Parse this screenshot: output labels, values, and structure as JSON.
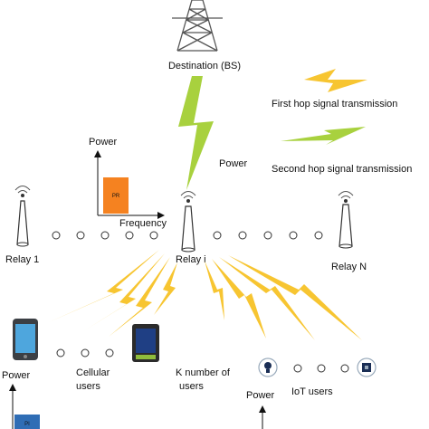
{
  "labels": {
    "destination": "Destination (BS)",
    "first_hop": "First hop signal transmission",
    "second_hop": "Second hop signal transmission",
    "power_center": "Power",
    "power_left": "Power",
    "frequency": "Frequency",
    "pr_box": "PR",
    "relay_1": "Relay 1",
    "relay_i": "Relay i",
    "relay_n": "Relay N",
    "power_phone": "Power",
    "cellular_users": [
      "Cellular",
      "users"
    ],
    "k_users": [
      "K number of",
      "users"
    ],
    "power_iot": "Power",
    "iot_users": "IoT users",
    "pi_box": "PI"
  },
  "colors": {
    "first_hop_bolt": "#f7c531",
    "second_hop_bolt": "#a8d13e",
    "pr_box": "#f58220",
    "pi_box": "#2f6db5",
    "tower": "#555555"
  },
  "icons": {
    "tower": "transmission-tower-icon",
    "relay": "antenna-relay-icon",
    "phone": "mobile-phone-icon",
    "tablet": "tablet-icon",
    "iot_bulb": "lightbulb-icon",
    "iot_device": "iot-device-icon"
  }
}
